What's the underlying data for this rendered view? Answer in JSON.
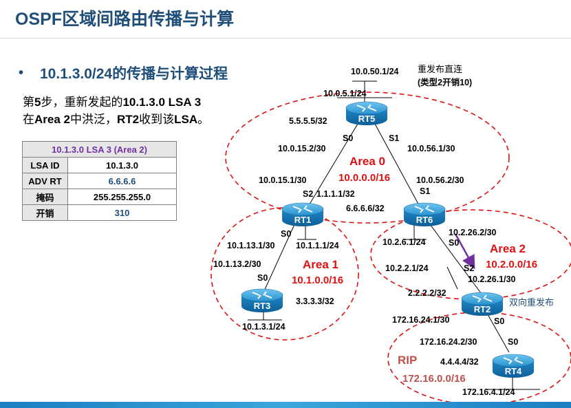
{
  "title": "OSPF区域间路由传播与计算",
  "bullet": "10.1.3.0/24的传播与计算过程",
  "step": {
    "line1_a": "第",
    "line1_b": "5",
    "line1_c": "步，重新发起的",
    "line1_d": "10.1.3.0 LSA 3",
    "line2_a": "在",
    "line2_b": "Area 2",
    "line2_c": "中洪泛，",
    "line2_d": "RT2",
    "line2_e": "收到该",
    "line2_f": "LSA",
    "line2_g": "。"
  },
  "lsa_table": {
    "header": "10.1.3.0  LSA 3 (Area 2)",
    "rows": [
      {
        "key": "LSA ID",
        "value": "10.1.3.0"
      },
      {
        "key": "ADV RT",
        "value": "6.6.6.6"
      },
      {
        "key": "掩码",
        "value": "255.255.255.0"
      },
      {
        "key": "开销",
        "value": "310"
      }
    ]
  },
  "routers": {
    "rt5": "RT5",
    "rt1": "RT1",
    "rt6": "RT6",
    "rt3": "RT3",
    "rt2": "RT2",
    "rt4": "RT4"
  },
  "areas": {
    "area0_name": "Area 0",
    "area0_net": "10.0.0.0/16",
    "area1_name": "Area 1",
    "area1_net": "10.1.0.0/16",
    "area2_name": "Area 2",
    "area2_net": "10.2.0.0/16",
    "rip_name": "RIP",
    "rip_net": "172.16.0.0/16"
  },
  "labels": {
    "l_10_0_50_1": "10.0.50.1/24",
    "redist_direct": "重发布直连",
    "redist_type": "(类型2开销10)",
    "l_10_0_5_1": "10.0.5.1/24",
    "l_5555": "5.5.5.5/32",
    "s0_rt5": "S0",
    "s1_rt5": "S1",
    "l_10_0_15_2": "10.0.15.2/30",
    "l_10_0_56_1": "10.0.56.1/30",
    "l_10_0_15_1": "10.0.15.1/30",
    "l_10_0_56_2": "10.0.56.2/30",
    "s2_rt1": "S2",
    "l_1111": "1.1.1.1/32",
    "s1_rt6": "S1",
    "l_6666": "6.6.6.6/32",
    "s0_rt1": "S0",
    "l_10_1_13_1": "10.1.13.1/30",
    "l_10_1_1_1": "10.1.1.1/24",
    "l_10_1_13_2": "10.1.13.2/30",
    "s0_rt3": "S0",
    "l_3333": "3.3.3.3/32",
    "l_10_1_3_1": "10.1.3.1/24",
    "l_10_2_26_2": "10.2.26.2/30",
    "l_10_2_6_1": "10.2.6.1/24",
    "s0_rt6": "S0",
    "l_10_2_2_1": "10.2.2.1/24",
    "s2_rt2": "S2",
    "l_10_2_26_1": "10.2.26.1/30",
    "l_2222": "2.2.2.2/32",
    "bidir_redist": "双向重发布",
    "l_172_16_24_1": "172.16.24.1/30",
    "s0_rt2": "S0",
    "l_172_16_24_2": "172.16.24.2/30",
    "s0_rt4": "S0",
    "l_4444": "4.4.4.4/32",
    "l_172_16_4_1": "172.16.4.1/24"
  },
  "colors": {
    "title": "#1f4e79",
    "area_red": "#e01010",
    "rip_red": "#c0504d",
    "router_blue": "#1a7fc1",
    "arrow_purple": "#7030a0"
  }
}
